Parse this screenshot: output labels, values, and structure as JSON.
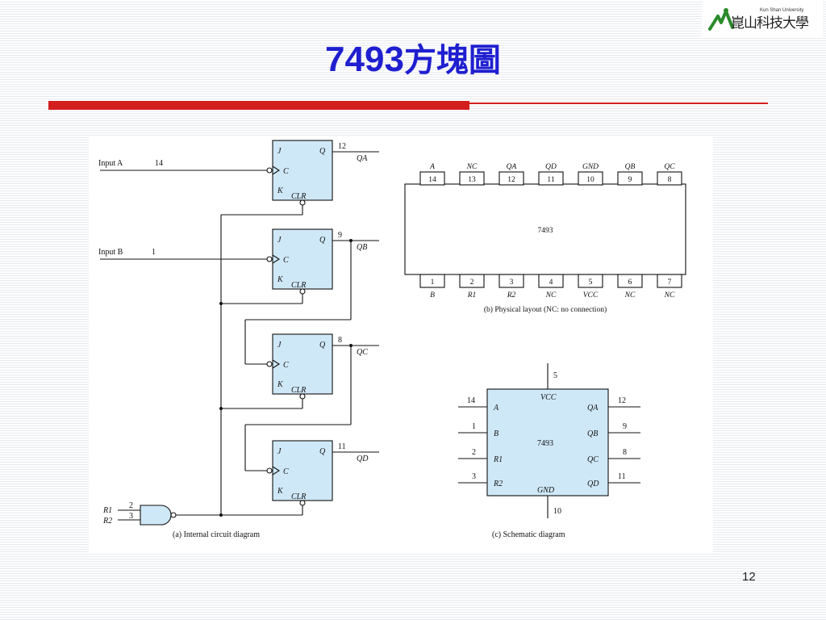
{
  "title": {
    "code": "7493",
    "cjk": "方塊圖"
  },
  "logo": {
    "en": "Kun Shan University",
    "zh": "崑山科技大學"
  },
  "page_number": "12",
  "colors": {
    "title": "#1f1fd0",
    "accent_bar": "#d41f1f",
    "chip_fill": "#cfe8f7"
  },
  "internal": {
    "caption": "(a) Internal circuit diagram",
    "input_a": "Input A",
    "input_a_pin": "14",
    "input_b": "Input B",
    "input_b_pin": "1",
    "ff_labels": {
      "j": "J",
      "q": "Q",
      "c": "C",
      "k": "K",
      "clr": "CLR"
    },
    "outputs": [
      {
        "pin": "12",
        "label": "QA"
      },
      {
        "pin": "9",
        "label": "QB"
      },
      {
        "pin": "8",
        "label": "QC"
      },
      {
        "pin": "11",
        "label": "QD"
      }
    ],
    "reset": [
      {
        "label": "R1",
        "pin": "2"
      },
      {
        "label": "R2",
        "pin": "3"
      }
    ]
  },
  "physical": {
    "caption": "(b) Physical layout (NC: no connection)",
    "chip_label": "7493",
    "top_pins": [
      {
        "num": "14",
        "name": "A"
      },
      {
        "num": "13",
        "name": "NC"
      },
      {
        "num": "12",
        "name": "QA"
      },
      {
        "num": "11",
        "name": "QD"
      },
      {
        "num": "10",
        "name": "GND"
      },
      {
        "num": "9",
        "name": "QB"
      },
      {
        "num": "8",
        "name": "QC"
      }
    ],
    "bottom_pins": [
      {
        "num": "1",
        "name": "B"
      },
      {
        "num": "2",
        "name": "R1"
      },
      {
        "num": "3",
        "name": "R2"
      },
      {
        "num": "4",
        "name": "NC"
      },
      {
        "num": "5",
        "name": "VCC"
      },
      {
        "num": "6",
        "name": "NC"
      },
      {
        "num": "7",
        "name": "NC"
      }
    ]
  },
  "schematic": {
    "caption": "(c) Schematic diagram",
    "chip_label": "7493",
    "vcc": {
      "label": "VCC",
      "pin": "5"
    },
    "gnd": {
      "label": "GND",
      "pin": "10"
    },
    "left": [
      {
        "pin": "14",
        "label": "A"
      },
      {
        "pin": "1",
        "label": "B"
      },
      {
        "pin": "2",
        "label": "R1"
      },
      {
        "pin": "3",
        "label": "R2"
      }
    ],
    "right": [
      {
        "pin": "12",
        "label": "QA"
      },
      {
        "pin": "9",
        "label": "QB"
      },
      {
        "pin": "8",
        "label": "QC"
      },
      {
        "pin": "11",
        "label": "QD"
      }
    ]
  }
}
